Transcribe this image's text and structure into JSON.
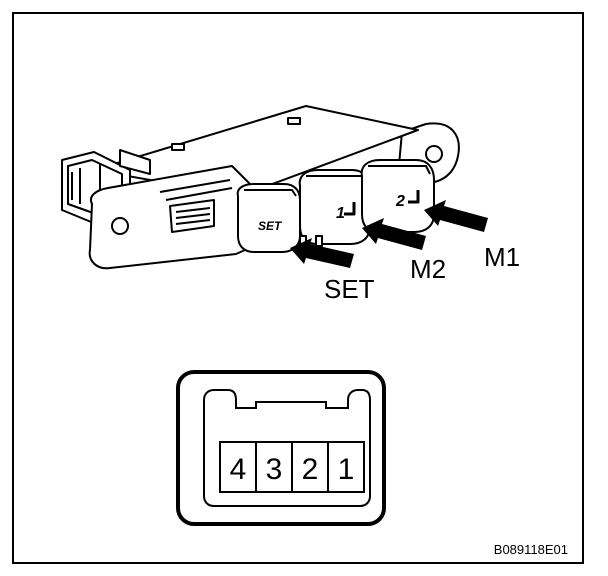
{
  "switch": {
    "buttons": [
      {
        "face": "SET"
      },
      {
        "face": "1"
      },
      {
        "face": "2"
      }
    ],
    "labels": [
      "SET",
      "M2",
      "M1"
    ]
  },
  "connector": {
    "pins": [
      "4",
      "3",
      "2",
      "1"
    ]
  },
  "figure_code": "B089118E01"
}
